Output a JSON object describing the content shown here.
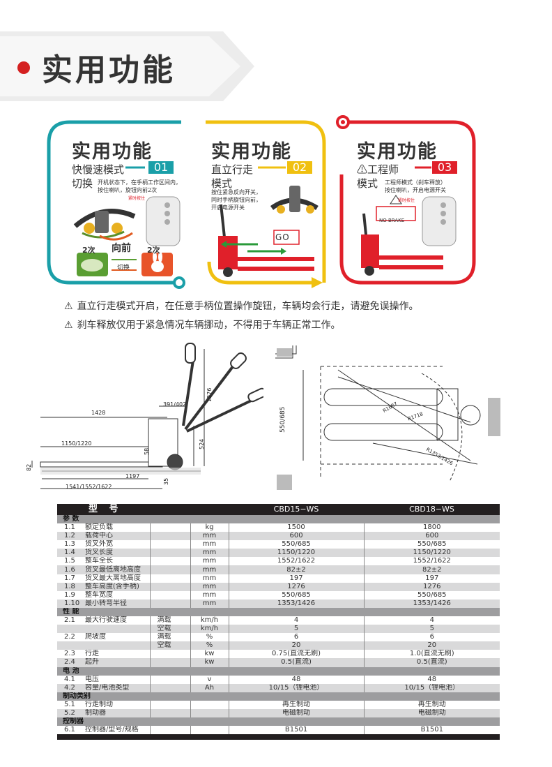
{
  "header": {
    "title": "实用功能"
  },
  "cards": [
    {
      "title": "实用功能",
      "mode_name": "快慢速模式\n切换",
      "number": "01",
      "color": "#1a9fa8",
      "description": "开机状态下，在手柄工作区间内，\n按住喇叭，旋钮向前2次",
      "labels": {
        "forward": "向前",
        "twice_a": "2次",
        "twice_b": "2次",
        "switch": "切换",
        "emergency": "紧时按住"
      }
    },
    {
      "title": "实用功能",
      "mode_name": "直立行走\n模式",
      "number": "02",
      "color": "#f0c010",
      "description": "按住紧急反向开关，\n同时手柄旋钮向前，\n开启电源开关",
      "labels": {
        "go": "GO"
      }
    },
    {
      "title": "实用功能",
      "mode_name": "⚠工程师\n模式",
      "number": "03",
      "color": "#e0202a",
      "description": "工程师模式（刹车释放）\n按住喇叭，开启电源开关",
      "labels": {
        "no_brake": "NO BRAKE",
        "emergency": "紧时按住"
      }
    }
  ],
  "warnings": [
    "直立行走模式开启，在任意手柄位置操作旋钮，车辆均会行走，请避免误操作。",
    "刹车释放仅用于紧急情况车辆挪动，不得用于车辆正常工作。"
  ],
  "dimensions": {
    "side": [
      "1428",
      "391/402",
      "1276",
      "1150/1220",
      "524",
      "58",
      "82",
      "1197",
      "35",
      "1541/1552/1622"
    ],
    "top": [
      "550/685",
      "R1687",
      "R1718",
      "R1353/1426"
    ]
  },
  "spec": {
    "model_label": "型  号",
    "models": [
      "CBD15−WS",
      "CBD18−WS"
    ],
    "sections": [
      {
        "name": "参  数",
        "rows": [
          {
            "no": "1.1",
            "item": "额定负载",
            "cond": "",
            "unit": "kg",
            "v1": "1500",
            "v2": "1800"
          },
          {
            "no": "1.2",
            "item": "载荷中心",
            "cond": "",
            "unit": "mm",
            "v1": "600",
            "v2": "600"
          },
          {
            "no": "1.3",
            "item": "货叉外宽",
            "cond": "",
            "unit": "mm",
            "v1": "550/685",
            "v2": "550/685"
          },
          {
            "no": "1.4",
            "item": "货叉长度",
            "cond": "",
            "unit": "mm",
            "v1": "1150/1220",
            "v2": "1150/1220"
          },
          {
            "no": "1.5",
            "item": "整车全长",
            "cond": "",
            "unit": "mm",
            "v1": "1552/1622",
            "v2": "1552/1622"
          },
          {
            "no": "1.6",
            "item": "货叉最低离地高度",
            "cond": "",
            "unit": "mm",
            "v1": "82±2",
            "v2": "82±2"
          },
          {
            "no": "1.7",
            "item": "货叉最大离地高度",
            "cond": "",
            "unit": "mm",
            "v1": "197",
            "v2": "197"
          },
          {
            "no": "1.8",
            "item": "整车高度(含手柄)",
            "cond": "",
            "unit": "mm",
            "v1": "1276",
            "v2": "1276"
          },
          {
            "no": "1.9",
            "item": "整车宽度",
            "cond": "",
            "unit": "mm",
            "v1": "550/685",
            "v2": "550/685"
          },
          {
            "no": "1.10",
            "item": "最小转弯半径",
            "cond": "",
            "unit": "mm",
            "v1": "1353/1426",
            "v2": "1353/1426"
          }
        ]
      },
      {
        "name": "性  能",
        "rows": [
          {
            "no": "2.1",
            "item": "最大行驶速度",
            "cond": "满载",
            "unit": "km/h",
            "v1": "4",
            "v2": "4"
          },
          {
            "no": "",
            "item": "",
            "cond": "空载",
            "unit": "km/h",
            "v1": "5",
            "v2": "5"
          },
          {
            "no": "2.2",
            "item": "爬坡度",
            "cond": "满载",
            "unit": "%",
            "v1": "6",
            "v2": "6"
          },
          {
            "no": "",
            "item": "",
            "cond": "空载",
            "unit": "%",
            "v1": "20",
            "v2": "20"
          },
          {
            "no": "2.3",
            "item": "行走",
            "cond": "",
            "unit": "kw",
            "v1": "0.75(直流无刷)",
            "v2": "1.0(直流无刷)"
          },
          {
            "no": "2.4",
            "item": "起升",
            "cond": "",
            "unit": "kw",
            "v1": "0.5(直流)",
            "v2": "0.5(直流)"
          }
        ]
      },
      {
        "name": "电  池",
        "rows": [
          {
            "no": "4.1",
            "item": "电压",
            "cond": "",
            "unit": "v",
            "v1": "48",
            "v2": "48"
          },
          {
            "no": "4.2",
            "item": "容量/电池类型",
            "cond": "",
            "unit": "Ah",
            "v1": "10/15（锂电池）",
            "v2": "10/15（锂电池）"
          }
        ]
      },
      {
        "name": "制动类别",
        "rows": [
          {
            "no": "5.1",
            "item": "行走制动",
            "cond": "",
            "unit": "",
            "v1": "再生制动",
            "v2": "再生制动"
          },
          {
            "no": "5.2",
            "item": "制动器",
            "cond": "",
            "unit": "",
            "v1": "电磁制动",
            "v2": "电磁制动"
          }
        ]
      },
      {
        "name": "控制器",
        "rows": [
          {
            "no": "6.1",
            "item": "控制器/型号/规格",
            "cond": "",
            "unit": "",
            "v1": "B1501",
            "v2": "B1501"
          }
        ]
      }
    ]
  }
}
